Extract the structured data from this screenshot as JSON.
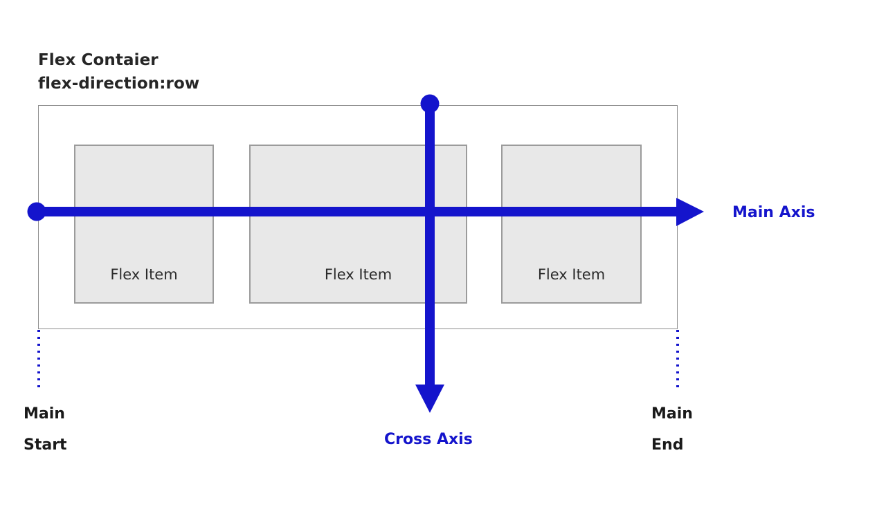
{
  "diagram": {
    "title": {
      "line1": "Flex Contaier",
      "line2": "flex-direction:row"
    },
    "container": {
      "name": "flex-container",
      "border_color": "#8e8e8e"
    },
    "items": [
      {
        "label": "Flex Item"
      },
      {
        "label": "Flex Item"
      },
      {
        "label": "Flex Item"
      }
    ],
    "axes": {
      "main": {
        "label": "Main Axis",
        "color": "#1414cc",
        "start_label_line1": "Main",
        "start_label_line2": "Start",
        "end_label_line1": "Main",
        "end_label_line2": "End"
      },
      "cross": {
        "label": "Cross Axis",
        "color": "#1414cc"
      }
    },
    "colors": {
      "axis_blue": "#1414cc",
      "item_fill": "#e8e8e8",
      "item_border": "#9b9b9b",
      "container_border": "#8e8e8e",
      "text_dark": "#262626",
      "background": "#ffffff"
    }
  }
}
